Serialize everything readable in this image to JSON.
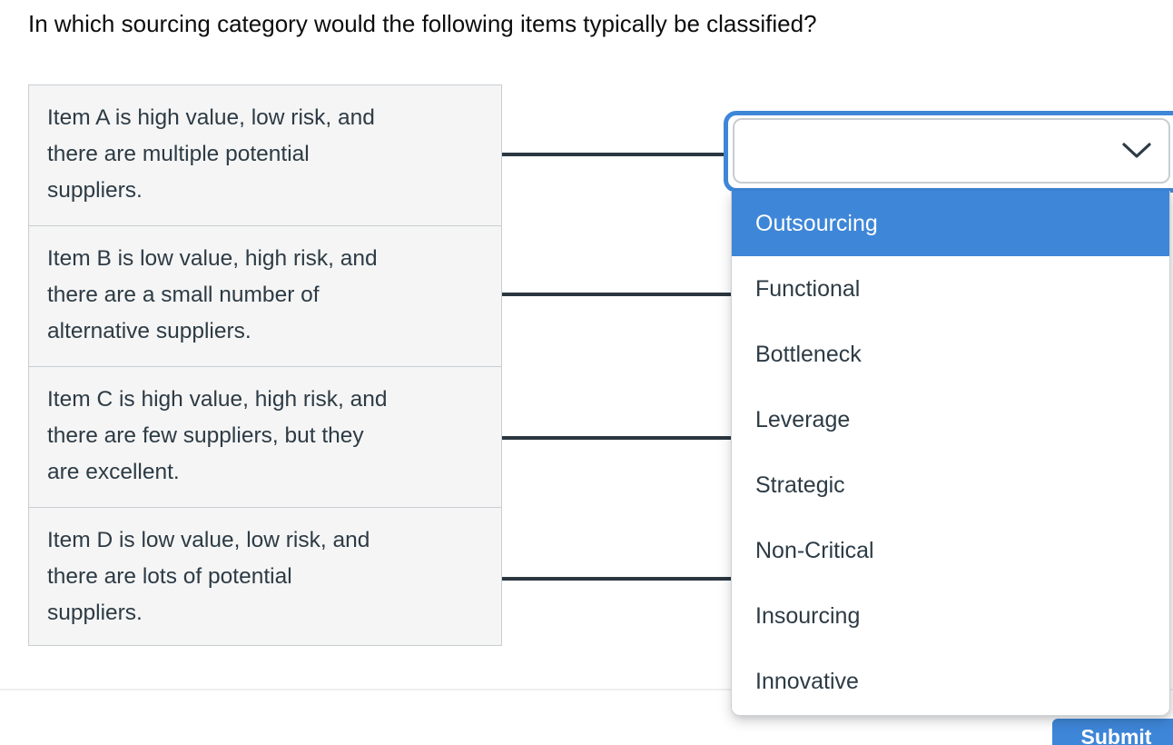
{
  "title": "In which sourcing category would the following items typically be classified?",
  "items": [
    {
      "text": "Item A is high value, low risk, and\nthere are multiple potential\nsuppliers."
    },
    {
      "text": "Item B is low value, high risk, and\nthere are a small number of\nalternative suppliers."
    },
    {
      "text": "Item C is high value, high risk, and\nthere are few suppliers, but they\nare excellent."
    },
    {
      "text": "Item D is low value, low risk, and\nthere are lots of potential\nsuppliers."
    }
  ],
  "combobox": {
    "value": "",
    "expanded": true
  },
  "dropdown": {
    "highlighted_index": 0,
    "options": [
      "Outsourcing",
      "Functional",
      "Bottleneck",
      "Leverage",
      "Strategic",
      "Non-Critical",
      "Insourcing",
      "Innovative"
    ]
  },
  "submit": {
    "label": "Submit"
  },
  "icons": {
    "combobox_icon": "chevron-down-icon"
  },
  "colors": {
    "accent": "#3E86D8",
    "item_text": "#2D3B45",
    "item_box_bg": "#F5F5F5",
    "item_box_border": "#C9CED2",
    "connector_line": "#2A3640",
    "highlight_text": "#FFFFFF"
  }
}
